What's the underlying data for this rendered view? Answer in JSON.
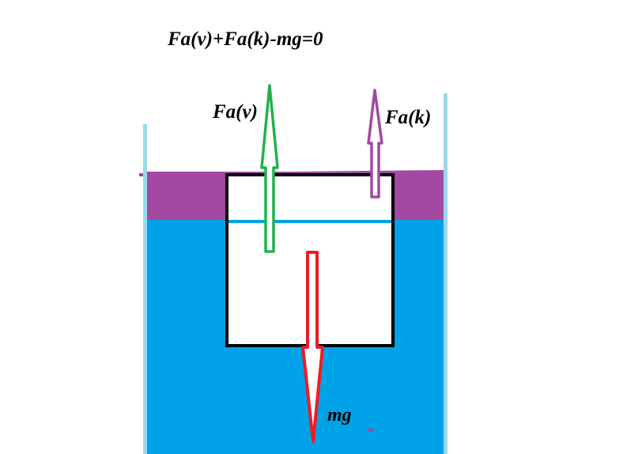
{
  "equation": "Fa(v)+Fa(k)-mg=0",
  "labels": {
    "fa_v": "Fa(v)",
    "fa_k": "Fa(k)",
    "mg": "mg"
  },
  "colors": {
    "water": "#00a2e8",
    "oil": "#a349a4",
    "vessel_wall": "#99d9ea",
    "block_outline": "#000000",
    "arrow_fa_v": "#22b14c",
    "arrow_fa_k": "#a349a4",
    "arrow_mg": "#ed1c24"
  }
}
